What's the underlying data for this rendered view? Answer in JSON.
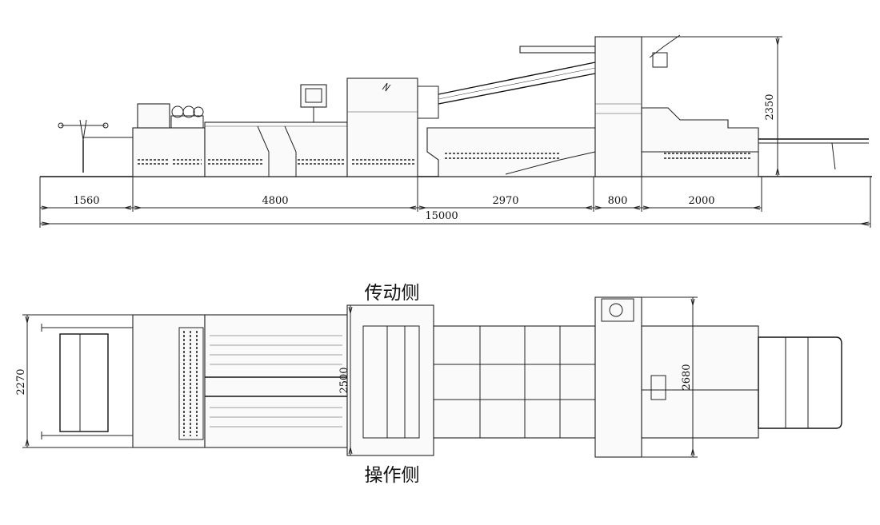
{
  "side_view": {
    "dimensions": {
      "d1": "1560",
      "d2": "4800",
      "d3": "2970",
      "d4": "800",
      "d5": "2000",
      "total": "15000",
      "height": "2350"
    }
  },
  "top_view": {
    "labels": {
      "drive_side": "传动侧",
      "operating_side": "操作侧"
    },
    "dimensions": {
      "w1": "2270",
      "w2": "2500",
      "w3": "2680"
    }
  },
  "colors": {
    "line": "#222222",
    "background": "#ffffff"
  }
}
